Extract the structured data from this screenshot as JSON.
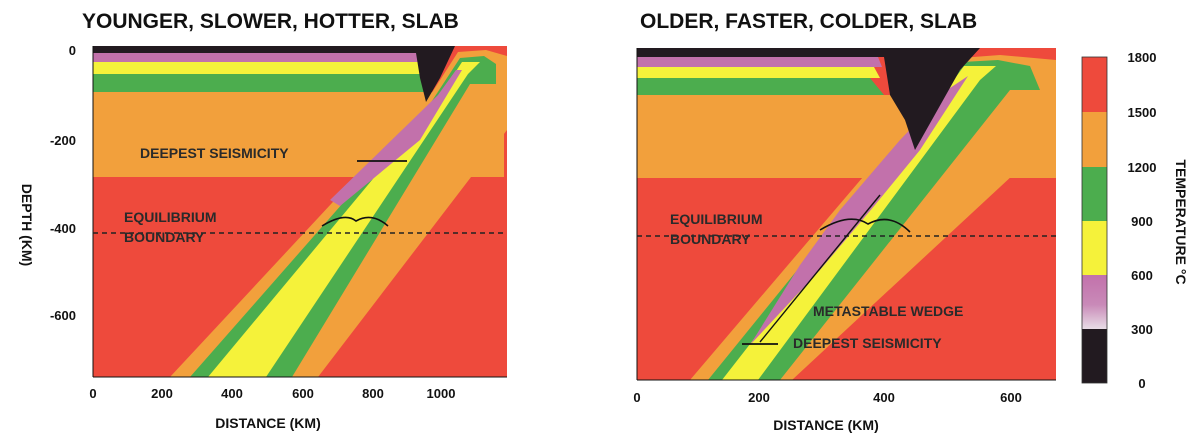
{
  "panels": [
    {
      "title": "YOUNGER, SLOWER, HOTTER, SLAB",
      "x_ticks": [
        "0",
        "200",
        "400",
        "600",
        "800",
        "1000"
      ],
      "y_ticks": [
        "0",
        "-200",
        "-400",
        "-600"
      ],
      "xlabel": "DISTANCE (KM)",
      "ylabel": "DEPTH (KM)",
      "annotations": {
        "deepest_seismicity": "DEEPEST SEISMICITY",
        "equilibrium_1": "EQUILIBRIUM",
        "equilibrium_2": "BOUNDARY"
      }
    },
    {
      "title": "OLDER, FASTER, COLDER, SLAB",
      "x_ticks": [
        "0",
        "200",
        "400",
        "600"
      ],
      "xlabel": "DISTANCE (KM)",
      "annotations": {
        "equilibrium_1": "EQUILIBRIUM",
        "equilibrium_2": "BOUNDARY",
        "metastable_wedge": "METASTABLE WEDGE",
        "deepest_seismicity": "DEEPEST SEISMICITY"
      }
    }
  ],
  "colorbar": {
    "label": "TEMPERATURE °C",
    "ticks": [
      "1800",
      "1500",
      "1200",
      "900",
      "600",
      "300",
      "0"
    ],
    "colors": {
      "hot": "#ee4a3c",
      "orange": "#f2a03c",
      "green": "#4cad4e",
      "yellow": "#f5f23a",
      "magenta": "#c271ab",
      "black": "#221a20"
    }
  }
}
